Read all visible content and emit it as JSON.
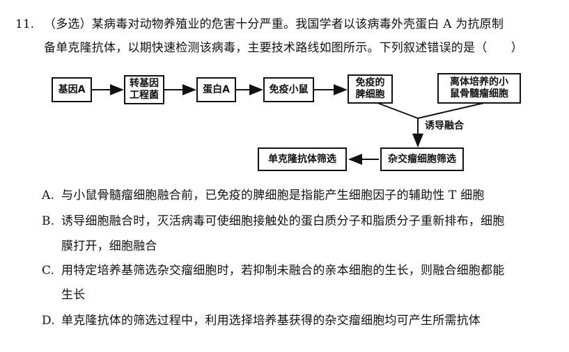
{
  "question": {
    "number": "11.",
    "line1": "（多选）某病毒对动物养殖业的危害十分严重。我国学者以该病毒外壳蛋白 A 为抗原制",
    "line2": "备单克隆抗体，以期快速检测该病毒，主要技术路线如图所示。下列叙述错误的是（　　）"
  },
  "diagram": {
    "box_gene": "基因A",
    "box_bacteria_l1": "转基因",
    "box_bacteria_l2": "工程菌",
    "box_protein": "蛋白A",
    "box_mouse": "免疫小鼠",
    "box_spleen_l1": "免疫的",
    "box_spleen_l2": "脾细胞",
    "box_myeloma_l1": "离体培养的小",
    "box_myeloma_l2": "鼠骨髓瘤细胞",
    "fusion_label": "诱导融合",
    "box_hybridoma": "杂交瘤细胞筛选",
    "box_mab": "单克隆抗体筛选"
  },
  "options": {
    "a_letter": "A.",
    "a_text": "与小鼠骨髓瘤细胞融合前，已免疫的脾细胞是指能产生细胞因子的辅助性 T 细胞",
    "b_letter": "B.",
    "b_text1": "诱导细胞融合时，灭活病毒可使细胞接触处的蛋白质分子和脂质分子重新排布，细胞",
    "b_text2": "膜打开，细胞融合",
    "c_letter": "C.",
    "c_text1": "用特定培养基筛选杂交瘤细胞时，若抑制未融合的亲本细胞的生长，则融合细胞都能",
    "c_text2": "生长",
    "d_letter": "D.",
    "d_text": "单克隆抗体的筛选过程中，利用选择培养基获得的杂交瘤细胞均可产生所需抗体"
  }
}
